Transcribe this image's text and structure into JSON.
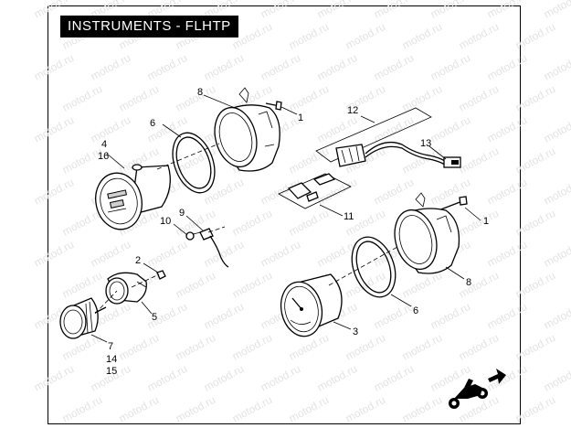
{
  "title": "INSTRUMENTS - FLHTP",
  "watermark": "motod.ru",
  "colors": {
    "title_bg": "#000000",
    "title_fg": "#ffffff",
    "line": "#000000",
    "watermark": "#e3e3e3"
  },
  "callouts": {
    "c1a": "1",
    "c1b": "1",
    "c2": "2",
    "c3": "3",
    "c4": "4",
    "c5": "5",
    "c6a": "6",
    "c6b": "6",
    "c7": "7",
    "c8a": "8",
    "c8b": "8",
    "c9": "9",
    "c10": "10",
    "c11": "11",
    "c12": "12",
    "c13": "13",
    "c14": "14",
    "c15": "15",
    "c16": "16"
  },
  "icons": [
    "motorcycle-logo-icon",
    "arrow-icon"
  ]
}
